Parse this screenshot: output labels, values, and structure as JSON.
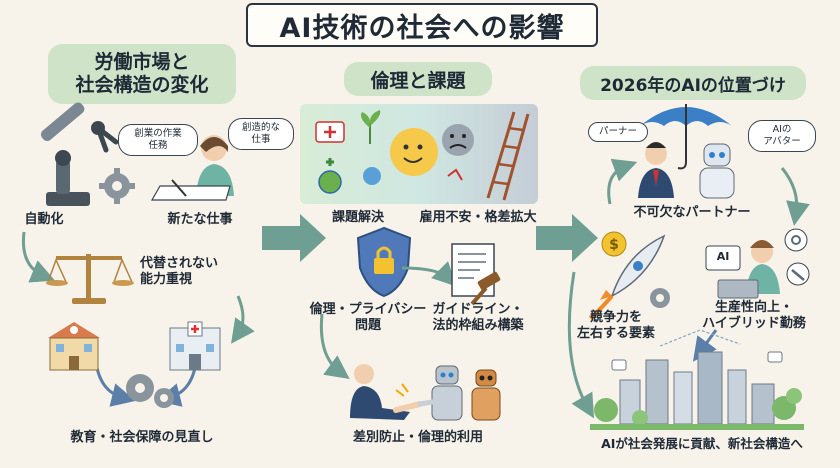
{
  "title": "AI技術の社会への影響",
  "sections": {
    "labor": {
      "heading": "労働市場と\n社会構造の変化",
      "heading_line1": "労働市場と",
      "heading_line2": "社会構造の変化",
      "automation": "自動化",
      "new_jobs": "新たな仕事",
      "bubble_creative_work": "創業の作業\n任務",
      "bubble_creative_work_l1": "創業の作業",
      "bubble_creative_work_l2": "任務",
      "bubble_creative_job": "創造的な\n仕事",
      "bubble_creative_job_l1": "創造的な",
      "bubble_creative_job_l2": "仕事",
      "irreplaceable_l1": "代替されない",
      "irreplaceable_l2": "能力重視",
      "review": "教育・社会保障の見直し"
    },
    "ethics": {
      "heading": "倫理と課題",
      "solve": "課題解決",
      "unemployment": "雇用不安・格差拡大",
      "privacy_l1": "倫理・プライバシー",
      "privacy_l2": "問題",
      "guideline_l1": "ガイドライン・",
      "guideline_l2": "法的枠組み構築",
      "fair_use": "差別防止・倫理的利用"
    },
    "future": {
      "heading": "2026年のAIの位置づけ",
      "partner_bubble": "パーナー",
      "avatar_bubble_l1": "AIの",
      "avatar_bubble_l2": "アバター",
      "essential_partner": "不可欠なパートナー",
      "ai_screen": "AI",
      "competitiveness_l1": "競争力を",
      "competitiveness_l2": "左右する要素",
      "productivity_l1": "生産性向上・",
      "productivity_l2": "ハイブリッド勤務",
      "conclusion": "AIが社会発展に貢献、新社会構造へ"
    }
  },
  "colors": {
    "background": "#f7f3ea",
    "heading_green": "#cfe3c9",
    "arrow_teal": "#6f9e93",
    "gear_gray": "#8a949c",
    "shield_blue": "#4f79b8",
    "umbrella_blue": "#3b7fc6"
  }
}
